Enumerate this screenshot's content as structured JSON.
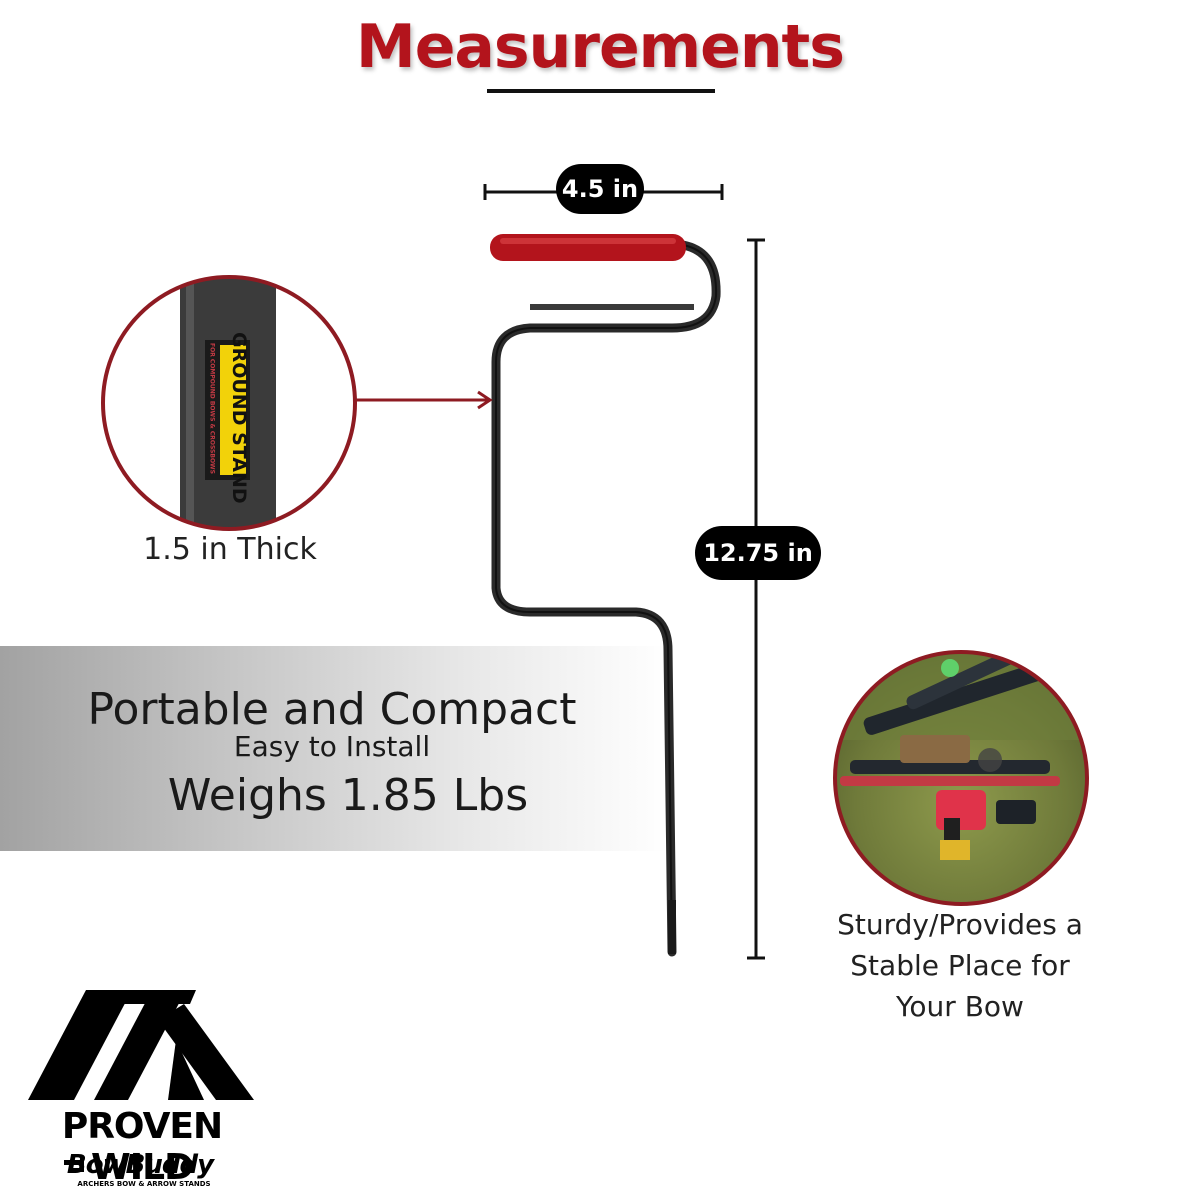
{
  "heading": "Measurements",
  "dimensions": {
    "width_label": "4.5 in",
    "height_label": "12.75 in"
  },
  "detail": {
    "thickness_caption": "1.5 in Thick",
    "sticker_title": "GROUND STAND",
    "sticker_subtitle": "FOR COMPOUND BOWS & CROSSBOWS"
  },
  "features": {
    "line1": "Portable and Compact",
    "line2": "Easy to Install",
    "line3": "Weighs 1.85 Lbs"
  },
  "usage_photo": {
    "caption_line1": "Sturdy/Provides a",
    "caption_line2": "Stable Place for",
    "caption_line3": "Your Bow"
  },
  "brand": {
    "name": "PROVEN WILD",
    "sub_brand": "BowBuddy",
    "tagline": "ARCHERS BOW & ARROW STANDS"
  },
  "colors": {
    "accent_red": "#b3141c",
    "rod": "#2a2a2a",
    "sticker_yellow": "#f2d20a"
  }
}
